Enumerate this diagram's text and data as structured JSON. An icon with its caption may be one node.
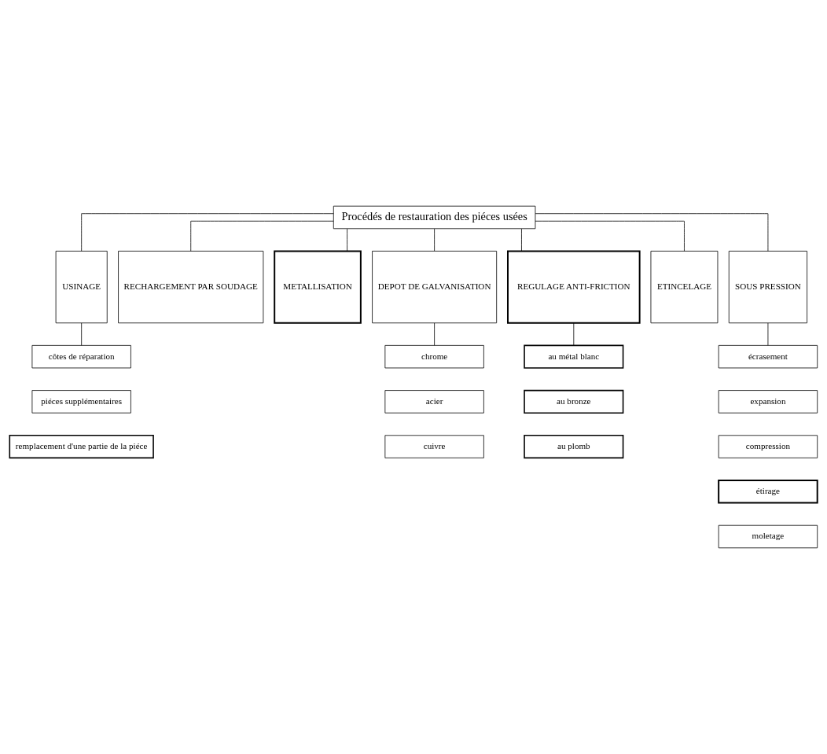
{
  "diagram": {
    "nodes": [
      {
        "text": [
          "Procédés de restauration des piéces usées"
        ]
      },
      {
        "text": [
          "USINAGE"
        ]
      },
      {
        "text": [
          "RECHARGEMENT PAR SOUDAGE"
        ]
      },
      {
        "text": [
          "METALLISATION"
        ]
      },
      {
        "text": [
          "DEPOT DE GALVANISATION"
        ]
      },
      {
        "text": [
          "REGULAGE ANTI-FRICTION"
        ]
      },
      {
        "text": [
          "ETINCELAGE"
        ]
      },
      {
        "text": [
          "SOUS PRESSION"
        ]
      },
      {
        "text": [
          "côtes de réparation"
        ]
      },
      {
        "text": [
          "piéces supplémentaires"
        ]
      },
      {
        "text": [
          "remplacement d'une partie de la piéce"
        ]
      },
      {
        "text": [
          "chrome"
        ]
      },
      {
        "text": [
          "acier"
        ]
      },
      {
        "text": [
          "cuivre"
        ]
      },
      {
        "text": [
          "au métal blanc"
        ]
      },
      {
        "text": [
          "au bronze"
        ]
      },
      {
        "text": [
          "au plomb"
        ]
      },
      {
        "text": [
          "écrasement"
        ]
      },
      {
        "text": [
          "expansion"
        ]
      },
      {
        "text": [
          "compression"
        ]
      },
      {
        "text": [
          "étirage"
        ]
      },
      {
        "text": [
          "moletage"
        ]
      }
    ],
    "edges": [
      {
        "from": 0,
        "to": 1,
        "arrow": "none"
      },
      {
        "from": 0,
        "to": 2,
        "arrow": "none"
      },
      {
        "from": 0,
        "to": 3,
        "arrow": "none"
      },
      {
        "from": 0,
        "to": 4,
        "arrow": "none"
      },
      {
        "from": 0,
        "to": 5,
        "arrow": "none"
      },
      {
        "from": 0,
        "to": 6,
        "arrow": "none"
      },
      {
        "from": 0,
        "to": 7,
        "arrow": "none"
      },
      {
        "from": 1,
        "to": 8,
        "arrow": "none"
      },
      {
        "from": 4,
        "to": 11,
        "arrow": "none"
      },
      {
        "from": 5,
        "to": 14,
        "arrow": "none"
      },
      {
        "from": 7,
        "to": 17,
        "arrow": "none"
      }
    ]
  }
}
